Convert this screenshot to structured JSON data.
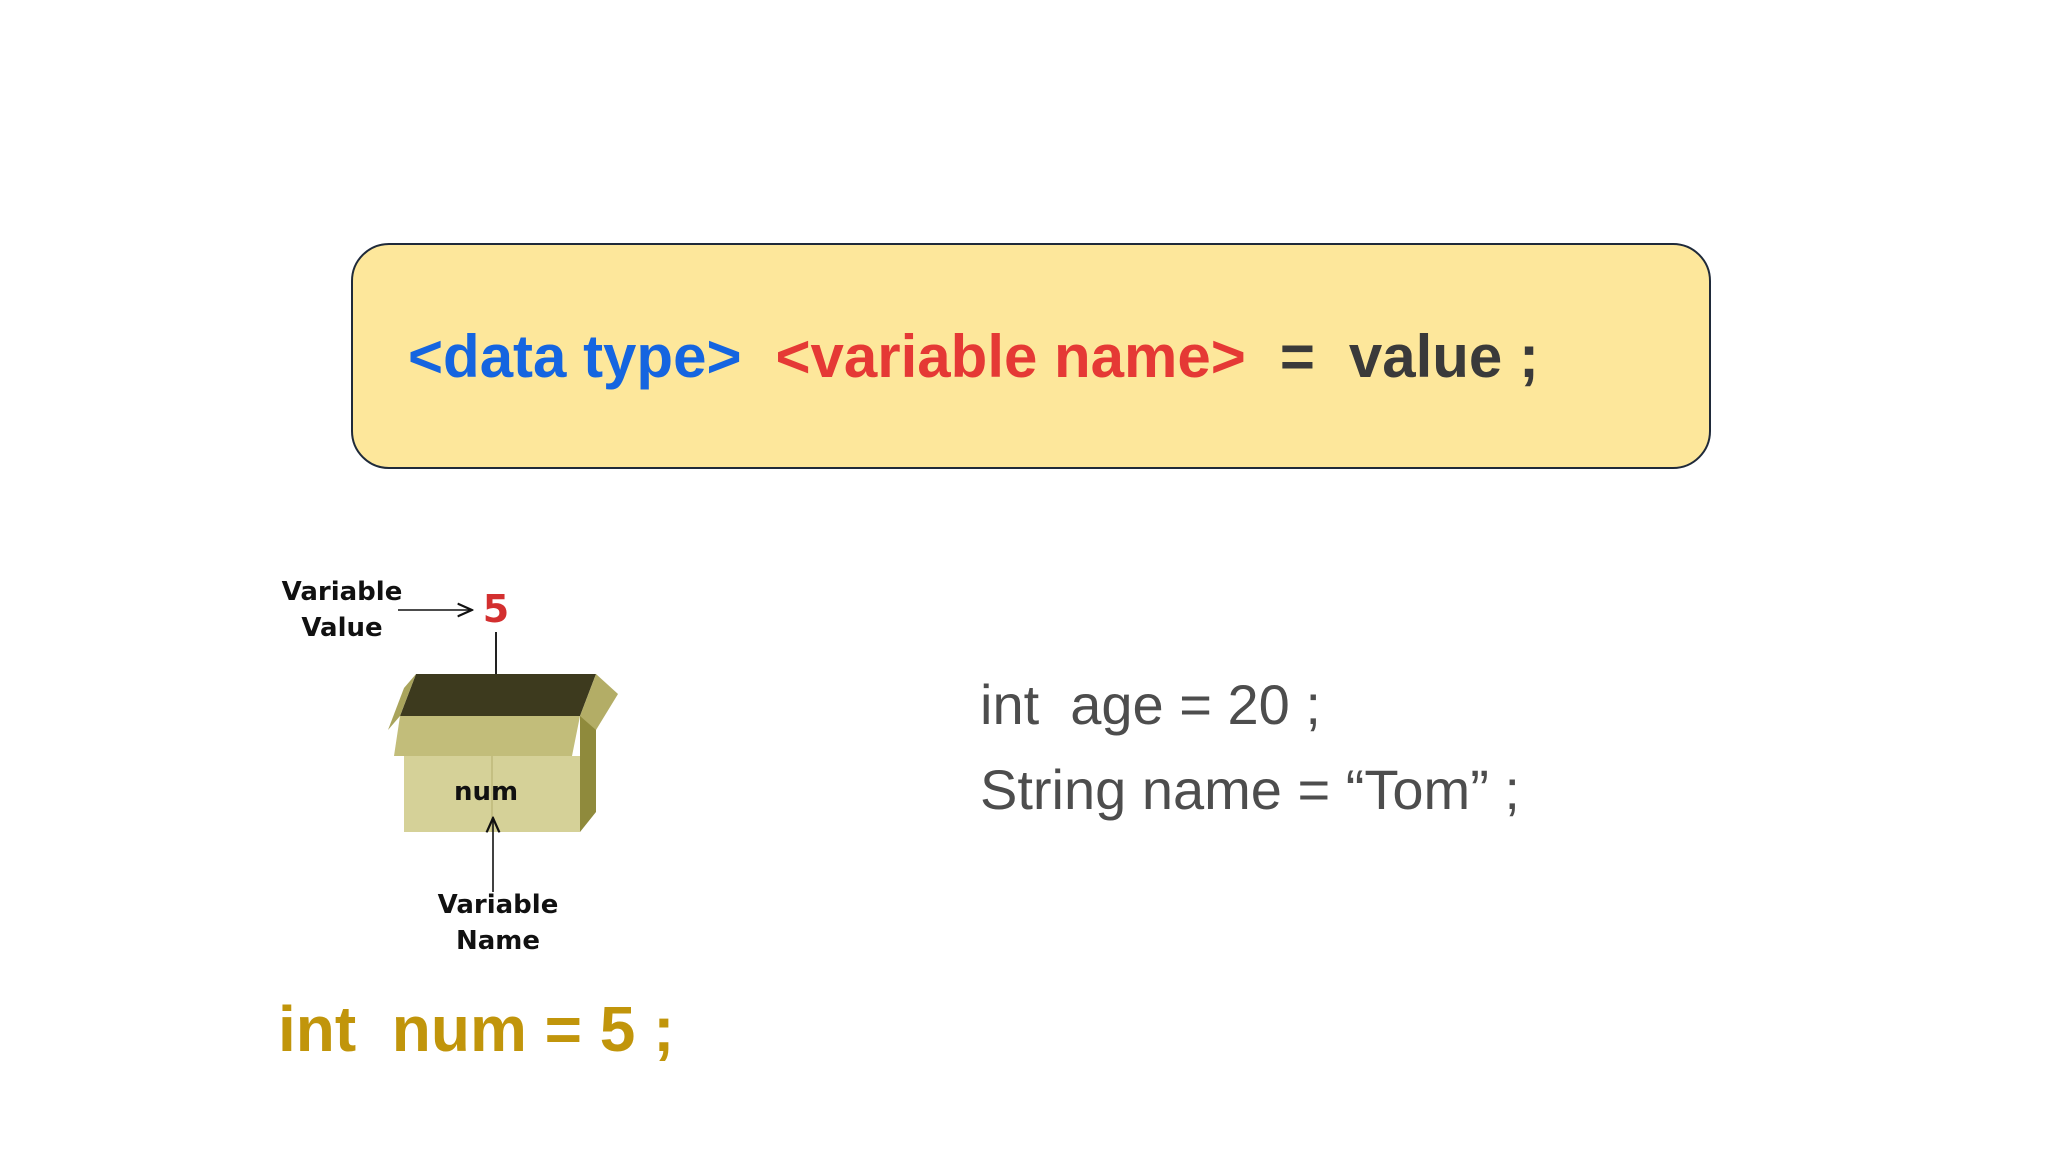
{
  "syntax": {
    "data_type": "<data type>",
    "variable_name": "<variable name>",
    "equals": "=",
    "value": "value ;"
  },
  "diagram": {
    "value_label_line1": "Variable",
    "value_label_line2": "Value",
    "value": "5",
    "box_label": "num",
    "name_label_line1": "Variable",
    "name_label_line2": "Name"
  },
  "examples": [
    "int  age = 20 ;",
    "String name = “Tom” ;"
  ],
  "bottom_code": "int  num = 5 ;",
  "colors": {
    "data_type": "#1565e0",
    "variable_name": "#e53935",
    "value_number": "#d32f2f",
    "box_background": "#fde79b",
    "bottom_code": "#c1950b"
  }
}
